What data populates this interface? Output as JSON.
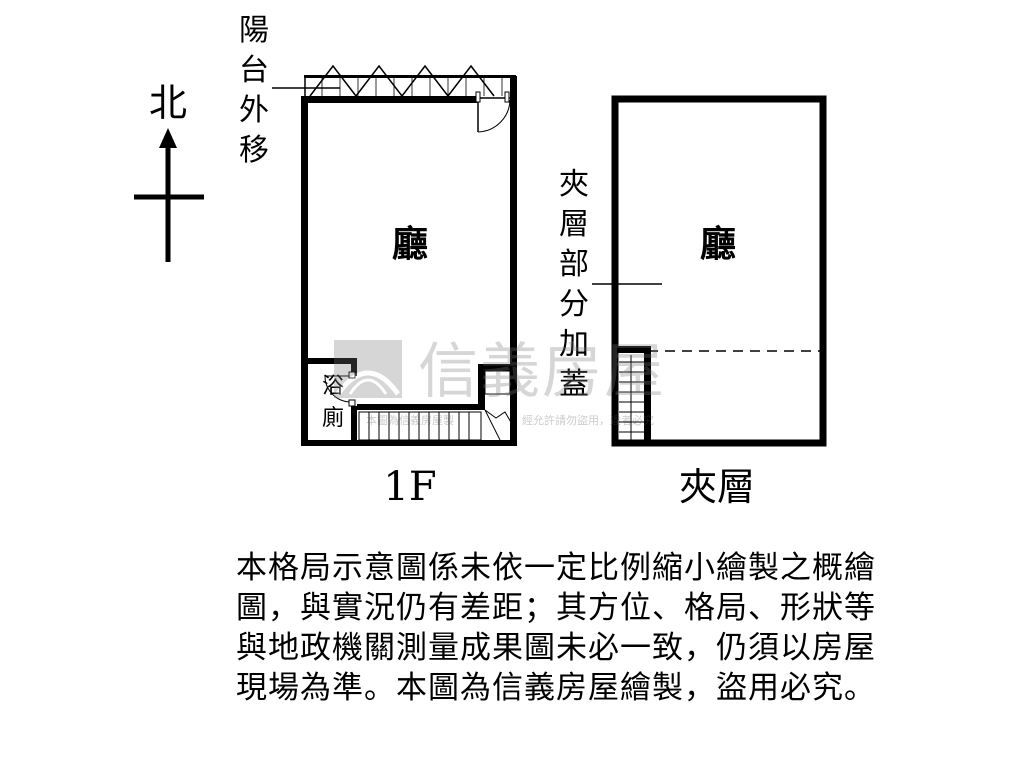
{
  "compass": {
    "north_label": "北"
  },
  "floor_1f": {
    "balcony_note": [
      "陽",
      "台",
      "外",
      "移"
    ],
    "room_label": "廳",
    "bath_label": [
      "浴",
      "廁"
    ],
    "floor_label": "1F"
  },
  "mezzanine": {
    "room_label": "廳",
    "note": [
      "夾",
      "層",
      "部",
      "分",
      "加",
      "蓋"
    ],
    "floor_label": "夾層"
  },
  "watermark": {
    "brand": "信義房屋",
    "notice_left": "本圖為信義房屋製",
    "notice_right": "經允許請勿盜用，違者必究"
  },
  "disclaimer": "本格局示意圖係未依一定比例縮小繪製之概繪圖，與實況仍有差距；其方位、格局、形狀等與地政機關測量成果圖未必一致，仍須以房屋現場為準。本圖為信義房屋繪製，盜用必究。"
}
